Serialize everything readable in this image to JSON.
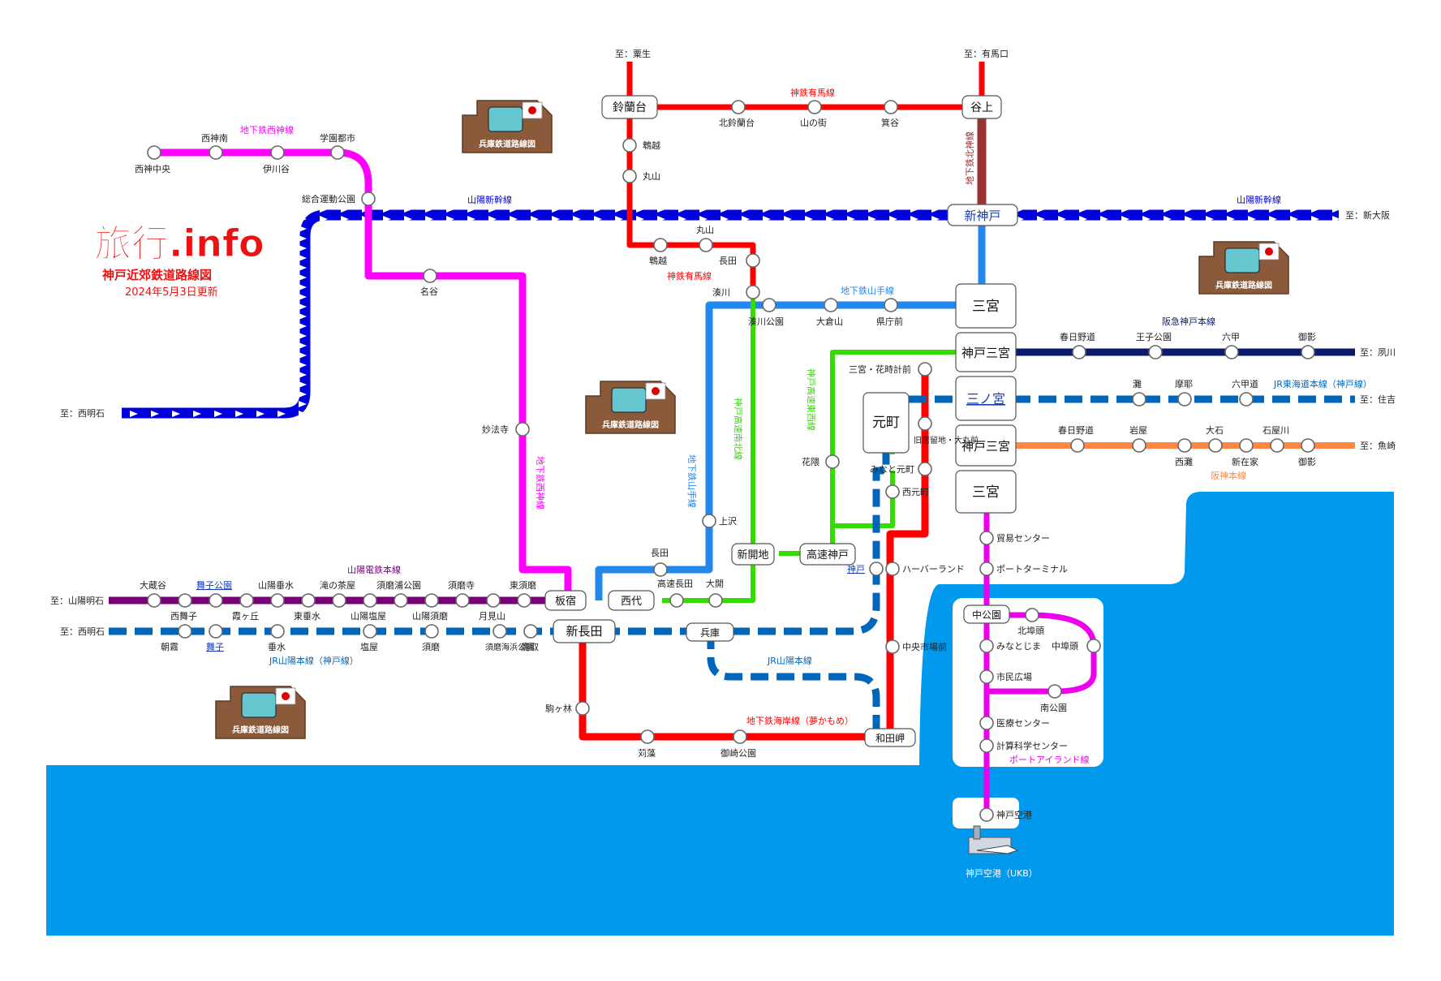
{
  "title": {
    "logo": "旅行.info",
    "name": "神戸近郊鉄道路線図",
    "updated": "2024年5月3日更新"
  },
  "colors": {
    "sea": "#0099ee",
    "sanyo_shinkansen": "#0000dd",
    "seishin": "#ff00ff",
    "kaigan": "#ff0000",
    "yamate": "#2288ee",
    "hokushin": "#993333",
    "jr": "#0066bb",
    "hankyu": "#0a1a6e",
    "hanshin": "#ff8844",
    "sanyo_dentetsu": "#770077",
    "kobe_kosoku": "#33dd00",
    "port_island": "#ee00ee",
    "arima": "#ff0000"
  },
  "badges": [
    "兵庫鉄道路線図",
    "兵庫鉄道路線図",
    "兵庫鉄道路線図",
    "兵庫鉄道路線図"
  ],
  "hubs": {
    "suzurandai": "鈴蘭台",
    "tanigami": "谷上",
    "shinkobe": "新神戸",
    "sannomiya_subway": "三宮",
    "kobe_sannomiya_hankyu": "神戸三宮",
    "sannomiya_jr": "三ノ宮",
    "kobe_sannomiya_hanshin": "神戸三宮",
    "sannomiya_portliner": "三宮",
    "motomachi": "元町",
    "shinkaichi": "新開地",
    "kosoku_kobe": "高速神戸",
    "itayado": "板宿",
    "nishidai": "西代",
    "shinnagata": "新長田",
    "hyogo": "兵庫",
    "wadamisaki": "和田岬",
    "nakakoen": "中公園",
    "kobe_airport": "神戸空港"
  },
  "destinations": {
    "aono": "至：粟生",
    "arimaguchi": "至：有馬口",
    "shinosaka": "至：新大阪",
    "nishiakashi_shinkansen": "至：西明石",
    "shukugawa": "至：夙川",
    "sumiyoshi": "至：住吉",
    "uozaki": "至：魚崎",
    "sanyo_akashi": "至：山陽明石",
    "nishiakashi_jr": "至：西明石"
  },
  "line_names": {
    "seishin_top": "地下鉄西神線",
    "seishin_side": "地下鉄西神線",
    "shinkansen_left": "山陽新幹線",
    "shinkansen_right": "山陽新幹線",
    "arima_top": "神鉄有馬線",
    "arima_mid": "神鉄有馬線",
    "hokushin": "地下鉄北神線",
    "yamate_top": "地下鉄山手線",
    "yamate_side": "地下鉄山手線",
    "nanboku": "神戸高速南北線",
    "tozai": "神戸高速東西線",
    "hankyu": "阪急神戸本線",
    "jr_tokaido": "JR東海道本線（神戸線）",
    "hanshin": "阪神本線",
    "sanyo_dentetsu": "山陽電鉄本線",
    "jr_sanyo_kobe": "JR山陽本線（神戸線）",
    "jr_sanyo": "JR山陽本線",
    "kaigan": "地下鉄海岸線（夢かもめ）",
    "port_island": "ポートアイランド線"
  },
  "stations": {
    "seishin_chuo": "西神中央",
    "seishin_minami": "西神南",
    "ikawadani": "伊川谷",
    "gakuen_toshi": "学園都市",
    "sogo_undo_koen": "総合運動公園",
    "myodani": "名谷",
    "myohoji": "妙法寺",
    "kita_suzurandai": "北鈴蘭台",
    "yamanomachi": "山の街",
    "minotani": "箕谷",
    "hiyodorigoe_a": "鵯越",
    "maruyama_a": "丸山",
    "hiyodorigoe_b": "鵯越",
    "maruyama_b": "丸山",
    "nagata_arima": "長田",
    "minatogawa": "湊川",
    "minatogawa_koen": "湊川公園",
    "okurayama": "大倉山",
    "kenchomae": "県庁前",
    "kamisawa": "上沢",
    "nagata_yamate": "長田",
    "kosoku_nagata": "高速長田",
    "okaimachi": "大開",
    "hanakuma": "花隈",
    "sannomiya_hanadokei": "三宮・花時計前",
    "kyukyoryuchi": "旧居留地・大丸前",
    "minato_motomachi": "みなと元町",
    "nishi_motomachi": "西元町",
    "kobe_jr": "神戸",
    "harborland": "ハーバーランド",
    "chuo_ichiba": "中央市場前",
    "komagabayashi": "駒ヶ林",
    "karumo": "苅藻",
    "misaki_koen": "御崎公園",
    "kasuganomichi_hk": "春日野道",
    "oji_koen": "王子公園",
    "rokko_hk": "六甲",
    "mikage_hk": "御影",
    "nada": "灘",
    "maya": "摩耶",
    "rokkomichi": "六甲道",
    "kasuganomichi_hs": "春日野道",
    "iwaya": "岩屋",
    "nishinada": "西灘",
    "oishi": "大石",
    "shinzaike": "新在家",
    "ishiyagawa": "石屋川",
    "mikage_hs": "御影",
    "boeki_center": "貿易センター",
    "port_terminal": "ポートターミナル",
    "kita_futo": "北埠頭",
    "minatojima": "みなとじま",
    "naka_futo": "中埠頭",
    "shimin_hiroba": "市民広場",
    "minami_koen": "南公園",
    "iryo_center": "医療センター",
    "keisan_kagaku": "計算科学センター",
    "okuradani": "大蔵谷",
    "maikokoen": "舞子公園",
    "yamada_tarumi": "山陽垂水",
    "takinochaya": "滝の茶屋",
    "sumaura_koen": "須磨浦公園",
    "sumadera": "須磨寺",
    "higashi_suma": "東須磨",
    "nishi_maiko": "西舞子",
    "kasumigaoka": "霞ヶ丘",
    "higashi_tarumi": "東垂水",
    "sanyo_shioya": "山陽塩屋",
    "sanyo_suma": "山陽須磨",
    "tsukimiyama": "月見山",
    "asagiri": "朝霧",
    "maiko": "舞子",
    "tarumi": "垂水",
    "shioya": "塩屋",
    "suma": "須磨",
    "suma_kaihin": "須磨海浜公園",
    "takatori": "鷹取"
  },
  "airport_label": "神戸空港（UKB）"
}
